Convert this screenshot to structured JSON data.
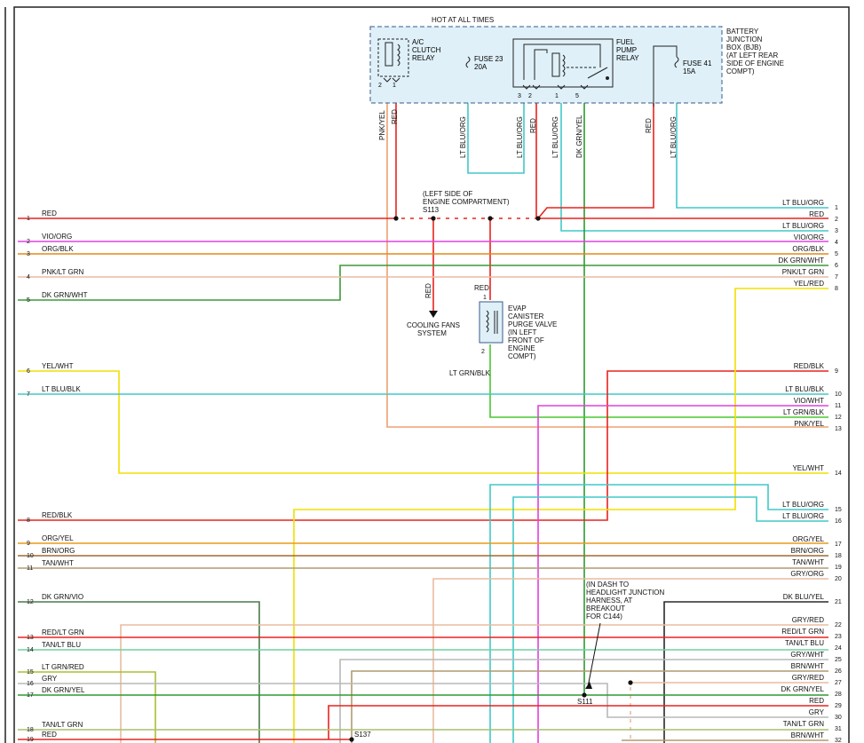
{
  "colors": {
    "red": "#e8231f",
    "vio": "#e040e0",
    "org": "#e08a1a",
    "pnkltgrn": "#e9bca0",
    "dkgrnwht": "#3a9a3a",
    "yel": "#f0e000",
    "ltblu": "#40c8c8",
    "ltgrnblk": "#48c830",
    "pnkyel": "#f0a070",
    "orgyel": "#e89a1a",
    "brn": "#a06a30",
    "tan": "#b09a70",
    "gry": "#b8b8b8",
    "dkgrnvio": "#4a7a4a",
    "tanltblu": "#70d0a0",
    "tanltgrn": "#a8c070",
    "dkbluyel": "#2a2a2a",
    "ltgrnred": "#a8c030",
    "dkgrnyel": "#2e9a2e",
    "box_fill": "#dff0f8",
    "box_border": "#3a5a8a"
  },
  "labels": {
    "hot_at_all_times": "HOT AT ALL TIMES",
    "bjb": [
      "BATTERY",
      "JUNCTION",
      "BOX (BJB)",
      "(AT LEFT REAR",
      "SIDE OF ENGINE",
      "COMPT)"
    ],
    "ac_relay": [
      "A/C",
      "CLUTCH",
      "RELAY"
    ],
    "fuse23": [
      "FUSE 23",
      "20A"
    ],
    "fuel_relay": [
      "FUEL",
      "PUMP",
      "RELAY"
    ],
    "fuse41": [
      "FUSE 41",
      "15A"
    ],
    "s113": [
      "(LEFT SIDE OF",
      "ENGINE COMPARTMENT)",
      "S113"
    ],
    "cooling": [
      "COOLING FANS",
      "SYSTEM"
    ],
    "evap": [
      "EVAP",
      "CANISTER",
      "PURGE VALVE",
      "(IN LEFT",
      "FRONT OF",
      "ENGINE",
      "COMPT)"
    ],
    "s111": [
      "(IN DASH TO",
      "HEADLIGHT JUNCTION",
      "HARNESS, AT",
      "BREAKOUT",
      "FOR C144)"
    ],
    "s111_id": "S111",
    "s137_id": "S137"
  },
  "vertical_wire_labels": {
    "pnk_yel": "PNK/YEL",
    "red_ac": "RED",
    "lt_blu_org_f23": "LT BLU/ORG",
    "lt_blu_org_fp": "LT BLU/ORG",
    "red_fp": "RED",
    "lt_blu_org_fp1": "LT BLU/ORG",
    "dk_grn_yel_fp": "DK GRN/YEL",
    "red_f41": "RED",
    "lt_blu_org_f41": "LT BLU/ORG"
  },
  "pin_labels": {
    "ac2": "2",
    "ac1": "1",
    "fp3": "3",
    "fp2": "2",
    "fp1": "1",
    "fp5": "5",
    "evap1": "1",
    "evap2": "2"
  },
  "side_labels": {
    "evap_red": "RED",
    "evap_ltgrnblk": "LT GRN/BLK",
    "cooling_red": "RED"
  },
  "left_wires": [
    {
      "num": "1",
      "label": "RED"
    },
    {
      "num": "2",
      "label": "VIO/ORG"
    },
    {
      "num": "3",
      "label": "ORG/BLK"
    },
    {
      "num": "4",
      "label": "PNK/LT GRN"
    },
    {
      "num": "5",
      "label": "DK GRN/WHT"
    },
    {
      "num": "6",
      "label": "YEL/WHT"
    },
    {
      "num": "7",
      "label": "LT BLU/BLK"
    },
    {
      "num": "8",
      "label": "RED/BLK"
    },
    {
      "num": "9",
      "label": "ORG/YEL"
    },
    {
      "num": "10",
      "label": "BRN/ORG"
    },
    {
      "num": "11",
      "label": "TAN/WHT"
    },
    {
      "num": "12",
      "label": "DK GRN/VIO"
    },
    {
      "num": "13",
      "label": "RED/LT GRN"
    },
    {
      "num": "14",
      "label": "TAN/LT BLU"
    },
    {
      "num": "15",
      "label": "LT GRN/RED"
    },
    {
      "num": "16",
      "label": "GRY"
    },
    {
      "num": "17",
      "label": "DK GRN/YEL"
    },
    {
      "num": "18",
      "label": "TAN/LT GRN"
    },
    {
      "num": "19",
      "label": "RED"
    }
  ],
  "right_wires": [
    {
      "num": "1",
      "label": "LT BLU/ORG"
    },
    {
      "num": "2",
      "label": "RED"
    },
    {
      "num": "3",
      "label": "LT BLU/ORG"
    },
    {
      "num": "4",
      "label": "VIO/ORG"
    },
    {
      "num": "5",
      "label": "ORG/BLK"
    },
    {
      "num": "6",
      "label": "DK GRN/WHT"
    },
    {
      "num": "7",
      "label": "PNK/LT GRN"
    },
    {
      "num": "8",
      "label": "YEL/RED"
    },
    {
      "num": "9",
      "label": "RED/BLK"
    },
    {
      "num": "10",
      "label": "LT BLU/BLK"
    },
    {
      "num": "11",
      "label": "VIO/WHT"
    },
    {
      "num": "12",
      "label": "LT GRN/BLK"
    },
    {
      "num": "13",
      "label": "PNK/YEL"
    },
    {
      "num": "14",
      "label": "YEL/WHT"
    },
    {
      "num": "15",
      "label": "LT BLU/ORG"
    },
    {
      "num": "16",
      "label": "LT BLU/ORG"
    },
    {
      "num": "17",
      "label": "ORG/YEL"
    },
    {
      "num": "18",
      "label": "BRN/ORG"
    },
    {
      "num": "19",
      "label": "TAN/WHT"
    },
    {
      "num": "20",
      "label": "GRY/ORG"
    },
    {
      "num": "21",
      "label": "DK BLU/YEL"
    },
    {
      "num": "22",
      "label": "GRY/RED"
    },
    {
      "num": "23",
      "label": "RED/LT GRN"
    },
    {
      "num": "24",
      "label": "TAN/LT BLU"
    },
    {
      "num": "25",
      "label": "GRY/WHT"
    },
    {
      "num": "26",
      "label": "BRN/WHT"
    },
    {
      "num": "27",
      "label": "GRY/RED"
    },
    {
      "num": "28",
      "label": "DK GRN/YEL"
    },
    {
      "num": "29",
      "label": "RED"
    },
    {
      "num": "30",
      "label": "GRY"
    },
    {
      "num": "31",
      "label": "TAN/LT GRN"
    },
    {
      "num": "32",
      "label": "BRN/WHT"
    }
  ]
}
